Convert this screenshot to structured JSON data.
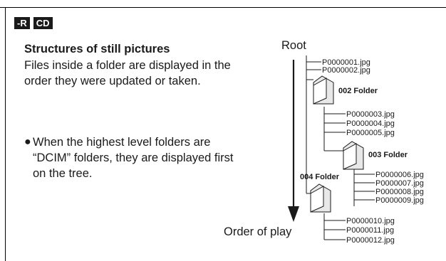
{
  "badges": [
    "-R",
    "CD"
  ],
  "heading": "Structures of still pictures",
  "paragraph": "Files inside a folder are displayed in the order they were updated or taken.",
  "bullet": "When the highest level folders are “DCIM” folders, they are displayed first on the tree.",
  "diagram": {
    "root_label": "Root",
    "order_label": "Order of play",
    "root_files": [
      "P0000001.jpg",
      "P0000002.jpg"
    ],
    "folder_002": {
      "label": "002 Folder",
      "files": [
        "P0000003.jpg",
        "P0000004.jpg",
        "P0000005.jpg"
      ]
    },
    "folder_003": {
      "label": "003 Folder",
      "files": [
        "P0000006.jpg",
        "P0000007.jpg",
        "P0000008.jpg",
        "P0000009.jpg"
      ]
    },
    "folder_004": {
      "label": "004 Folder",
      "files": [
        "P0000010.jpg",
        "P0000011.jpg",
        "P0000012.jpg"
      ]
    }
  }
}
